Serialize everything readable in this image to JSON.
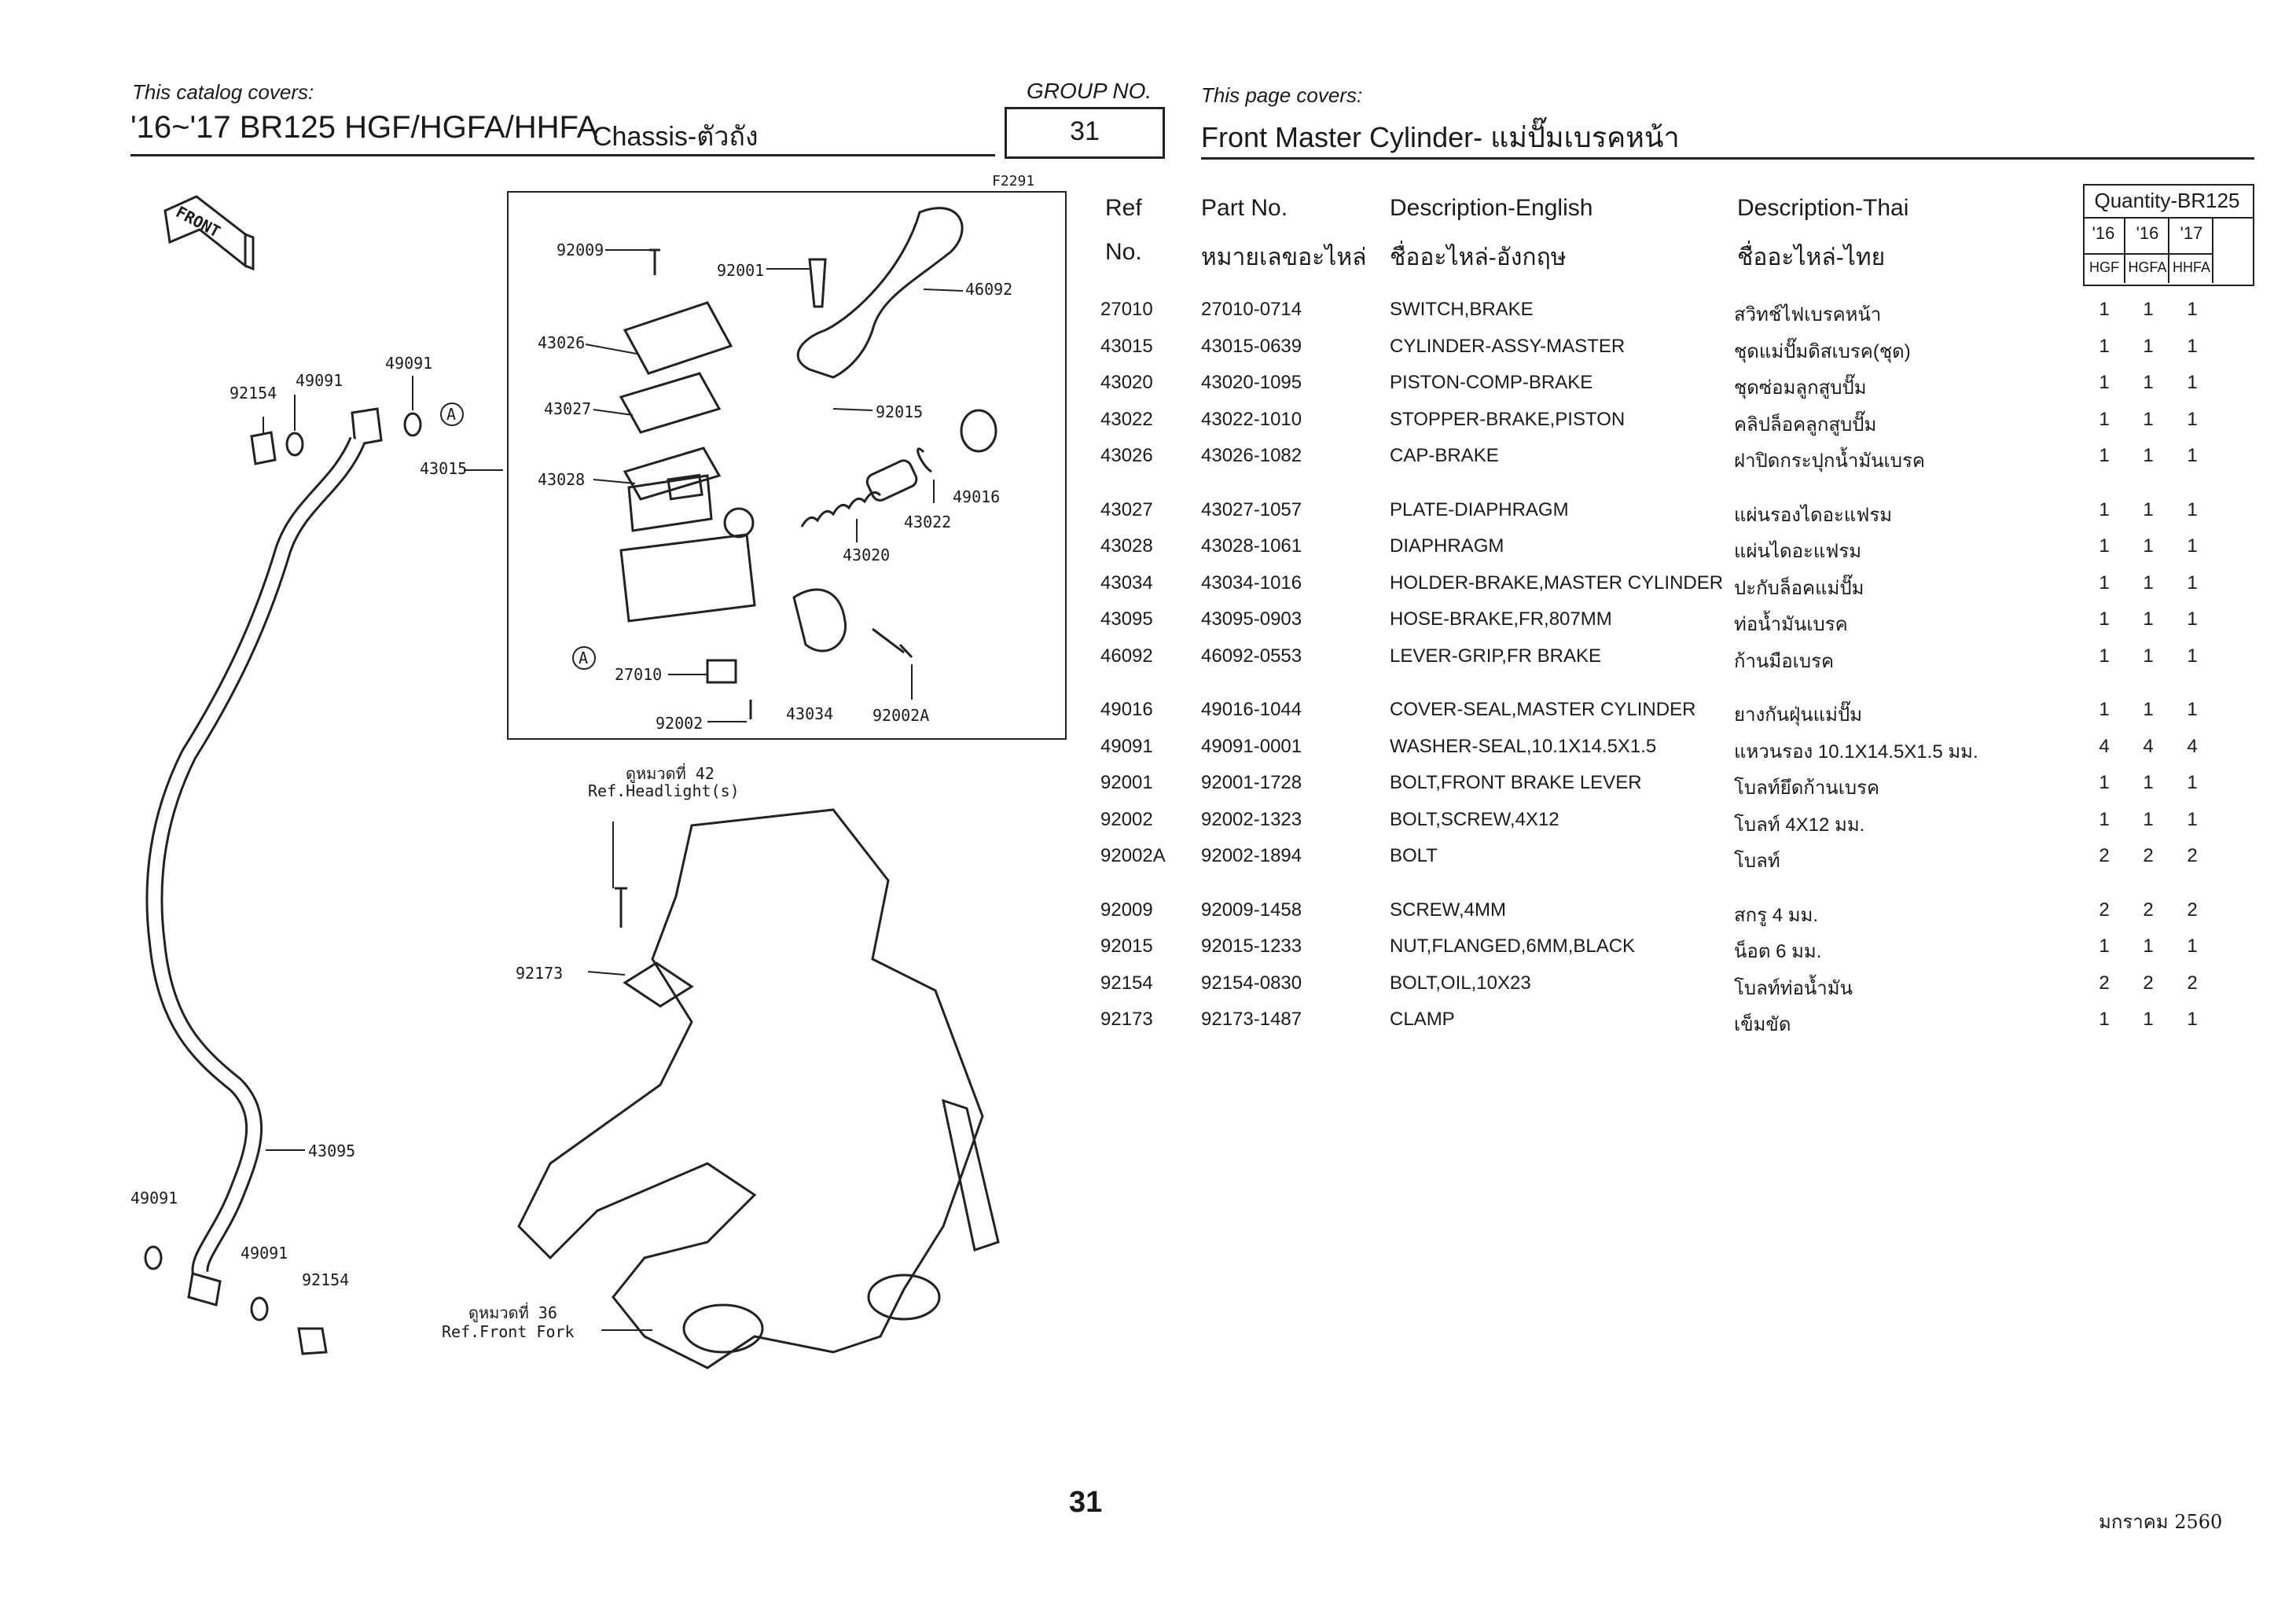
{
  "header": {
    "catalog_covers_label": "This catalog covers:",
    "catalog_model": "'16~'17 BR125 HGF/HGFA/HHFA",
    "catalog_section": "Chassis-ตัวถัง",
    "group_no_label": "GROUP NO.",
    "group_no": "31",
    "page_covers_label": "This page covers:",
    "page_title": "Front Master Cylinder- แม่ปั๊มเบรคหน้า",
    "figure_code": "F2291"
  },
  "table": {
    "col_ref": "Ref",
    "col_no": "No.",
    "col_partno": "Part No.",
    "col_partno_th": "หมายเลขอะไหล่",
    "col_desc_en": "Description-English",
    "col_desc_en_th": "ชื่ออะไหล่-อังกฤษ",
    "col_desc_th": "Description-Thai",
    "col_desc_th_th": "ชื่ออะไหล่-ไทย",
    "qty_title": "Quantity-BR125",
    "qty_years": [
      "'16",
      "'16",
      "'17"
    ],
    "qty_models": [
      "HGF",
      "HGFA",
      "HHFA"
    ],
    "rows": [
      {
        "ref": "27010",
        "part": "27010-0714",
        "en": "SWITCH,BRAKE",
        "th": "สวิทช์ไฟเบรคหน้า",
        "q": [
          "1",
          "1",
          "1"
        ]
      },
      {
        "ref": "43015",
        "part": "43015-0639",
        "en": "CYLINDER-ASSY-MASTER",
        "th": "ชุดแม่ปั๊มดิสเบรค(ชุด)",
        "q": [
          "1",
          "1",
          "1"
        ]
      },
      {
        "ref": "43020",
        "part": "43020-1095",
        "en": "PISTON-COMP-BRAKE",
        "th": "ชุดซ่อมลูกสูบปั๊ม",
        "q": [
          "1",
          "1",
          "1"
        ]
      },
      {
        "ref": "43022",
        "part": "43022-1010",
        "en": "STOPPER-BRAKE,PISTON",
        "th": "คลิปล็อคลูกสูบปั๊ม",
        "q": [
          "1",
          "1",
          "1"
        ]
      },
      {
        "ref": "43026",
        "part": "43026-1082",
        "en": "CAP-BRAKE",
        "th": "ฝาปิดกระปุกน้ำมันเบรค",
        "q": [
          "1",
          "1",
          "1"
        ]
      },
      {
        "ref": "43027",
        "part": "43027-1057",
        "en": "PLATE-DIAPHRAGM",
        "th": "แผ่นรองไดอะแฟรม",
        "q": [
          "1",
          "1",
          "1"
        ]
      },
      {
        "ref": "43028",
        "part": "43028-1061",
        "en": "DIAPHRAGM",
        "th": "แผ่นไดอะแฟรม",
        "q": [
          "1",
          "1",
          "1"
        ]
      },
      {
        "ref": "43034",
        "part": "43034-1016",
        "en": "HOLDER-BRAKE,MASTER CYLINDER",
        "th": "ปะกับล็อคแม่ปั๊ม",
        "q": [
          "1",
          "1",
          "1"
        ]
      },
      {
        "ref": "43095",
        "part": "43095-0903",
        "en": "HOSE-BRAKE,FR,807MM",
        "th": "ท่อน้ำมันเบรค",
        "q": [
          "1",
          "1",
          "1"
        ]
      },
      {
        "ref": "46092",
        "part": "46092-0553",
        "en": "LEVER-GRIP,FR BRAKE",
        "th": "ก้านมือเบรค",
        "q": [
          "1",
          "1",
          "1"
        ]
      },
      {
        "ref": "49016",
        "part": "49016-1044",
        "en": "COVER-SEAL,MASTER CYLINDER",
        "th": "ยางกันฝุ่นแม่ปั๊ม",
        "q": [
          "1",
          "1",
          "1"
        ]
      },
      {
        "ref": "49091",
        "part": "49091-0001",
        "en": "WASHER-SEAL,10.1X14.5X1.5",
        "th": "แหวนรอง 10.1X14.5X1.5 มม.",
        "q": [
          "4",
          "4",
          "4"
        ]
      },
      {
        "ref": "92001",
        "part": "92001-1728",
        "en": "BOLT,FRONT BRAKE LEVER",
        "th": "โบลท์ยึดก้านเบรค",
        "q": [
          "1",
          "1",
          "1"
        ]
      },
      {
        "ref": "92002",
        "part": "92002-1323",
        "en": "BOLT,SCREW,4X12",
        "th": "โบลท์ 4X12 มม.",
        "q": [
          "1",
          "1",
          "1"
        ]
      },
      {
        "ref": "92002A",
        "part": "92002-1894",
        "en": "BOLT",
        "th": "โบลท์",
        "q": [
          "2",
          "2",
          "2"
        ]
      },
      {
        "ref": "92009",
        "part": "92009-1458",
        "en": "SCREW,4MM",
        "th": "สกรู 4 มม.",
        "q": [
          "2",
          "2",
          "2"
        ]
      },
      {
        "ref": "92015",
        "part": "92015-1233",
        "en": "NUT,FLANGED,6MM,BLACK",
        "th": "น็อต 6 มม.",
        "q": [
          "1",
          "1",
          "1"
        ]
      },
      {
        "ref": "92154",
        "part": "92154-0830",
        "en": "BOLT,OIL,10X23",
        "th": "โบลท์ท่อน้ำมัน",
        "q": [
          "2",
          "2",
          "2"
        ]
      },
      {
        "ref": "92173",
        "part": "92173-1487",
        "en": "CLAMP",
        "th": "เข็มขัด",
        "q": [
          "1",
          "1",
          "1"
        ]
      }
    ]
  },
  "diagram": {
    "front_label": "FRONT",
    "circle_a": "A",
    "callouts": {
      "c92009": "92009",
      "c92001": "92001",
      "c46092": "46092",
      "c43026": "43026",
      "c43027": "43027",
      "c92015": "92015",
      "c43028": "43028",
      "c49016": "49016",
      "c43022": "43022",
      "c43020": "43020",
      "c27010": "27010",
      "c92002": "92002",
      "c43034": "43034",
      "c92002a": "92002A",
      "c92154a": "92154",
      "c49091a": "49091",
      "c49091b": "49091",
      "c43015": "43015",
      "c43095": "43095",
      "c49091c": "49091",
      "c49091d": "49091",
      "c92154b": "92154",
      "c92173": "92173"
    },
    "ref_headlight_th": "ดูหมวดที่ 42",
    "ref_headlight": "Ref.Headlight(s)",
    "ref_fork_th": "ดูหมวดที่ 36",
    "ref_fork": "Ref.Front Fork"
  },
  "footer": {
    "page_number": "31",
    "date": "มกราคม 2560"
  }
}
